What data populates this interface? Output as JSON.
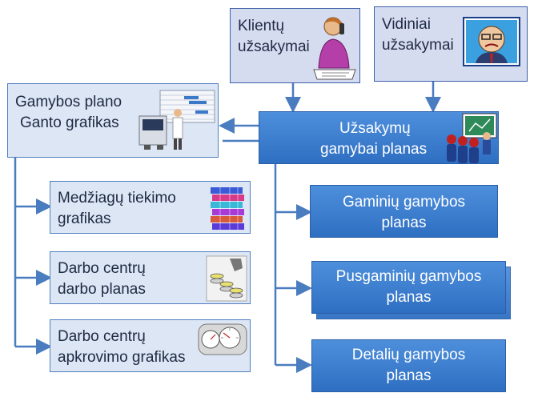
{
  "boxes": {
    "clients": "Klientų užsakymai",
    "internal": "Vidiniai užsakymai",
    "gantt": "Gamybos plano Ganto grafikas",
    "orders_plan": "Užsakymų gamybai planas",
    "materials": "Medžiagų tiekimo grafikas",
    "wc_plan": "Darbo centrų darbo planas",
    "wc_load": "Darbo centrų apkrovimo grafikas",
    "products": "Gaminių gamybos planas",
    "semi": "Pusgaminių gamybos planas",
    "parts": "Detalių gamybos planas"
  },
  "lines": {
    "clients_1": "Klientų",
    "clients_2": "užsakymai",
    "internal_1": "Vidiniai",
    "internal_2": "užsakymai",
    "gantt_1": "Gamybos plano",
    "gantt_2": "Ganto grafikas",
    "orders_1": "Užsakymų",
    "orders_2": "gamybai planas",
    "mat_1": "Medžiagų tiekimo",
    "mat_2": "grafikas",
    "wcp_1": "Darbo centrų",
    "wcp_2": "darbo planas",
    "wcl_1": "Darbo centrų",
    "wcl_2": "apkrovimo grafikas",
    "prod_1": "Gaminių gamybos",
    "prod_2": "planas",
    "semi_1": "Pusgaminių gamybos",
    "semi_2": "planas",
    "parts_1": "Detalių gamybos",
    "parts_2": "planas"
  },
  "colors": {
    "connector": "#4a7cc0",
    "box_fill_blue": "#3b7fd4",
    "box_fill_light": "#dce6f4"
  }
}
